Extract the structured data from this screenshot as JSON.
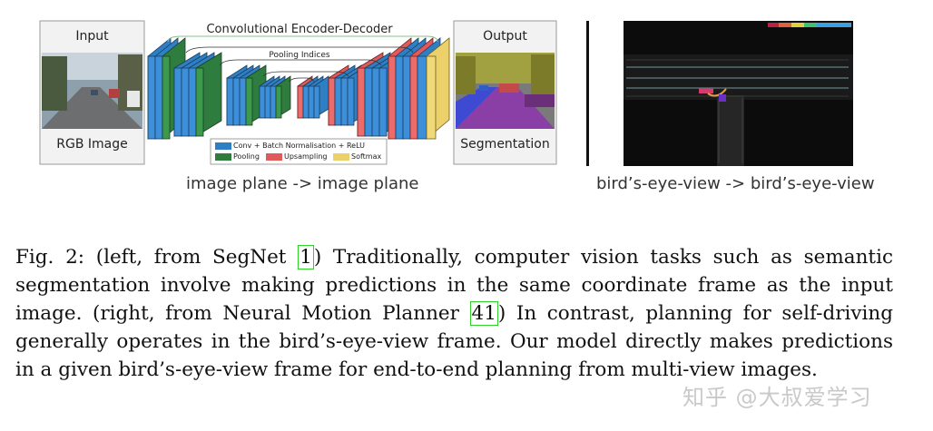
{
  "left_figure": {
    "input_label": "Input",
    "input_caption": "RGB Image",
    "title": "Convolutional Encoder-Decoder",
    "pooling_label": "Pooling Indices",
    "output_label": "Output",
    "output_caption": "Segmentation",
    "legend": [
      {
        "label": "Conv + Batch Normalisation + ReLU",
        "color": "#2f7fc4"
      },
      {
        "label": "Pooling",
        "color": "#2e7d3e"
      },
      {
        "label": "Upsampling",
        "color": "#e05a5a"
      },
      {
        "label": "Softmax",
        "color": "#ecd06a"
      }
    ],
    "subcaption": "image plane -> image plane"
  },
  "right_figure": {
    "subcaption": "bird’s-eye-view -> bird’s-eye-view"
  },
  "caption": {
    "prefix": "Fig. 2: (left, from SegNet ",
    "cite1": "1",
    "middle": ") Traditionally, computer vision tasks such as semantic segmentation involve making predictions in the same coordinate frame as the input image. (right, from Neural Motion Planner ",
    "cite2": "41",
    "suffix": ") In contrast, planning for self-driving generally operates in the bird’s-eye-view frame. Our model directly makes predictions in a given bird’s-eye-view frame for end-to-end planning from multi-view images."
  },
  "watermark": "知乎 @大叔爱学习"
}
